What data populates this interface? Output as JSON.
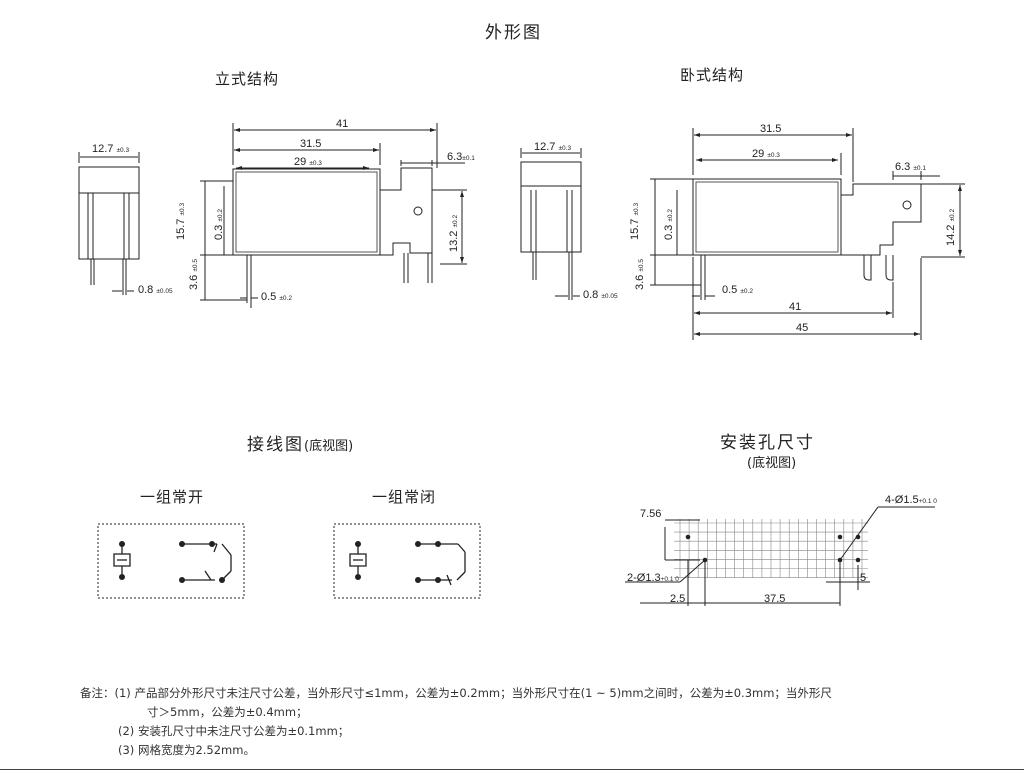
{
  "titles": {
    "outline": "外形图",
    "vertical": "立式结构",
    "horizontal": "卧式结构",
    "wiring": "接线图",
    "wiring_note": "(底视图)",
    "holes": "安装孔尺寸",
    "holes_note": "(底视图)",
    "form_a": "一组常开",
    "form_b": "一组常闭"
  },
  "dims_vertical": {
    "w127": "12.7",
    "t127": "±0.3",
    "d41": "41",
    "d315": "31.5",
    "d29": "29",
    "t29": "±0.3",
    "d63": "6.3",
    "t63": "±0.1",
    "d157": "15.7",
    "t157": "±0.3",
    "d03": "0.3",
    "t03": "±0.2",
    "d36": "3.6",
    "t36": "±0.5",
    "d132": "13.2",
    "t132": "±0.2",
    "d08": "0.8",
    "t08": "±0.05",
    "d05": "0.5",
    "t05": "±0.2"
  },
  "dims_horizontal": {
    "w127": "12.7",
    "t127": "±0.3",
    "d315": "31.5",
    "d29": "29",
    "t29": "±0.3",
    "d63": "6.3",
    "t63": "±0.1",
    "d157": "15.7",
    "t157": "±0.3",
    "d03": "0.3",
    "t03": "±0.2",
    "d36": "3.6",
    "t36": "±0.5",
    "d142": "14.2",
    "t142": "±0.2",
    "d08": "0.8",
    "t08": "±0.05",
    "d05": "0.5",
    "t05": "±0.2",
    "d41": "41",
    "d45": "45"
  },
  "dims_holes": {
    "d756": "7.56",
    "d4hole": "4-Ø1.5",
    "t4hole": "+0.1 0",
    "d2hole": "2-Ø1.3",
    "t2hole": "+0.1 0",
    "d25": "2.5",
    "d375": "37.5",
    "d5": "5"
  },
  "notes": {
    "label": "备注：",
    "n1": "(1)  产品部分外形尺寸未注尺寸公差，当外形尺寸≤1mm，公差为±0.2mm；当外形尺寸在(1 ~ 5)mm之间时，公差为±0.3mm；当外形尺",
    "n1b": "寸＞5mm，公差为±0.4mm；",
    "n2": "(2)  安装孔尺寸中未注尺寸公差为±0.1mm；",
    "n3": "(3)  网格宽度为2.52mm。"
  }
}
